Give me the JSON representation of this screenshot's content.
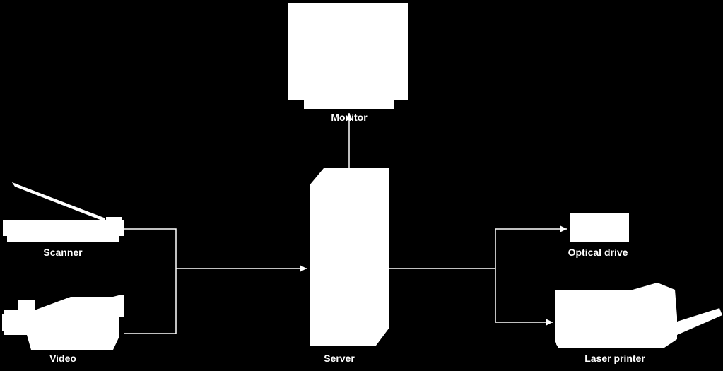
{
  "colors": {
    "background": "#000000",
    "foreground": "#ffffff"
  },
  "nodes": {
    "monitor": {
      "label": "Monitor",
      "icon": "monitor-icon"
    },
    "server": {
      "label": "Server",
      "icon": "server-tower-icon"
    },
    "scanner": {
      "label": "Scanner",
      "icon": "flatbed-scanner-icon"
    },
    "video": {
      "label": "Video",
      "icon": "video-camera-icon"
    },
    "optical_drive": {
      "label": "Optical drive",
      "icon": "optical-drive-icon"
    },
    "laser_printer": {
      "label": "Laser printer",
      "icon": "laser-printer-icon"
    }
  },
  "connections": [
    {
      "from": "scanner",
      "to": "server"
    },
    {
      "from": "video",
      "to": "server"
    },
    {
      "from": "server",
      "to": "monitor"
    },
    {
      "from": "server",
      "to": "optical_drive"
    },
    {
      "from": "server",
      "to": "laser_printer"
    }
  ]
}
